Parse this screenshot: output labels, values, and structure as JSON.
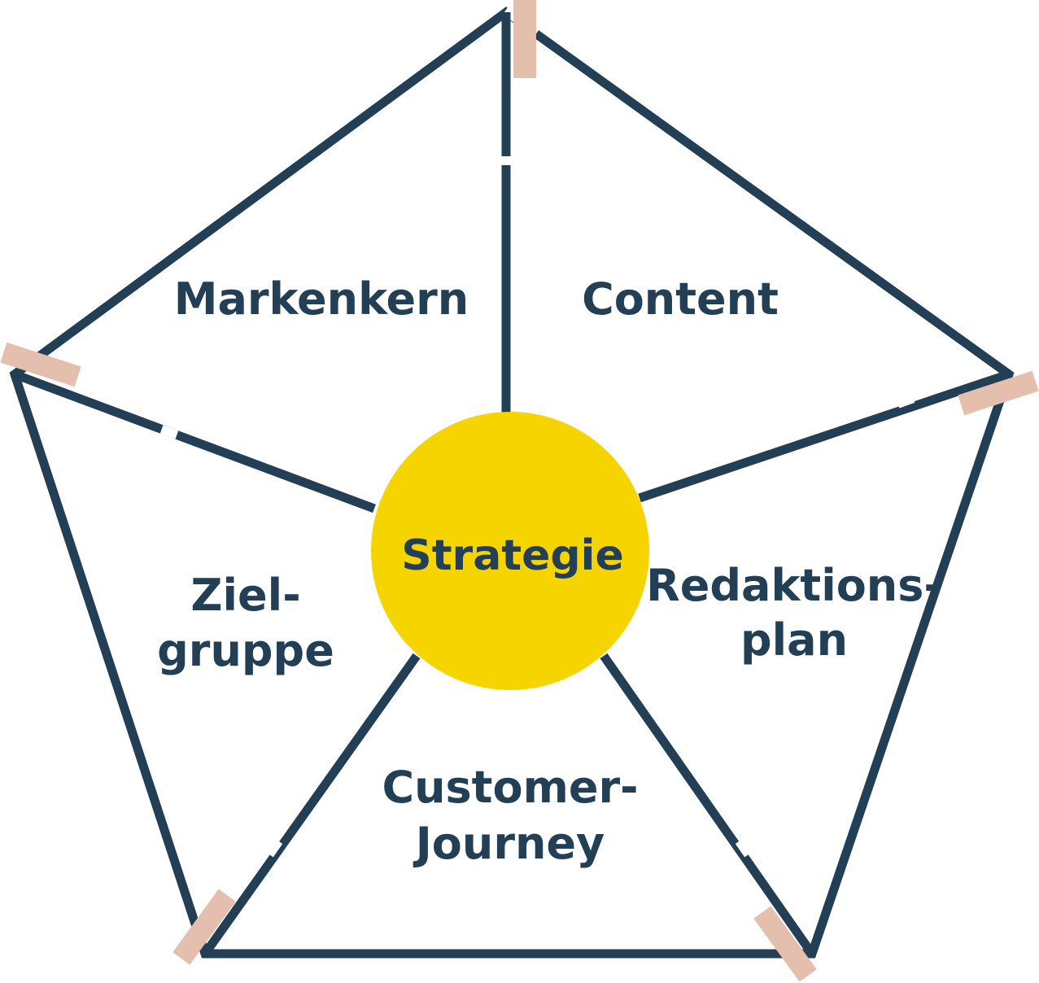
{
  "center": {
    "label": "Strategie"
  },
  "segments": {
    "markenkern": [
      "Markenkern"
    ],
    "content": [
      "Content"
    ],
    "redaktionsplan": [
      "Redaktions-",
      "plan"
    ],
    "customer_journey": [
      "Customer-",
      "Journey"
    ],
    "zielgruppe": [
      "Ziel-",
      "gruppe"
    ]
  },
  "colors": {
    "line": "#223f56",
    "center_fill": "#f5d400",
    "corner_tab": "#e4bfae",
    "background": "#ffffff"
  }
}
